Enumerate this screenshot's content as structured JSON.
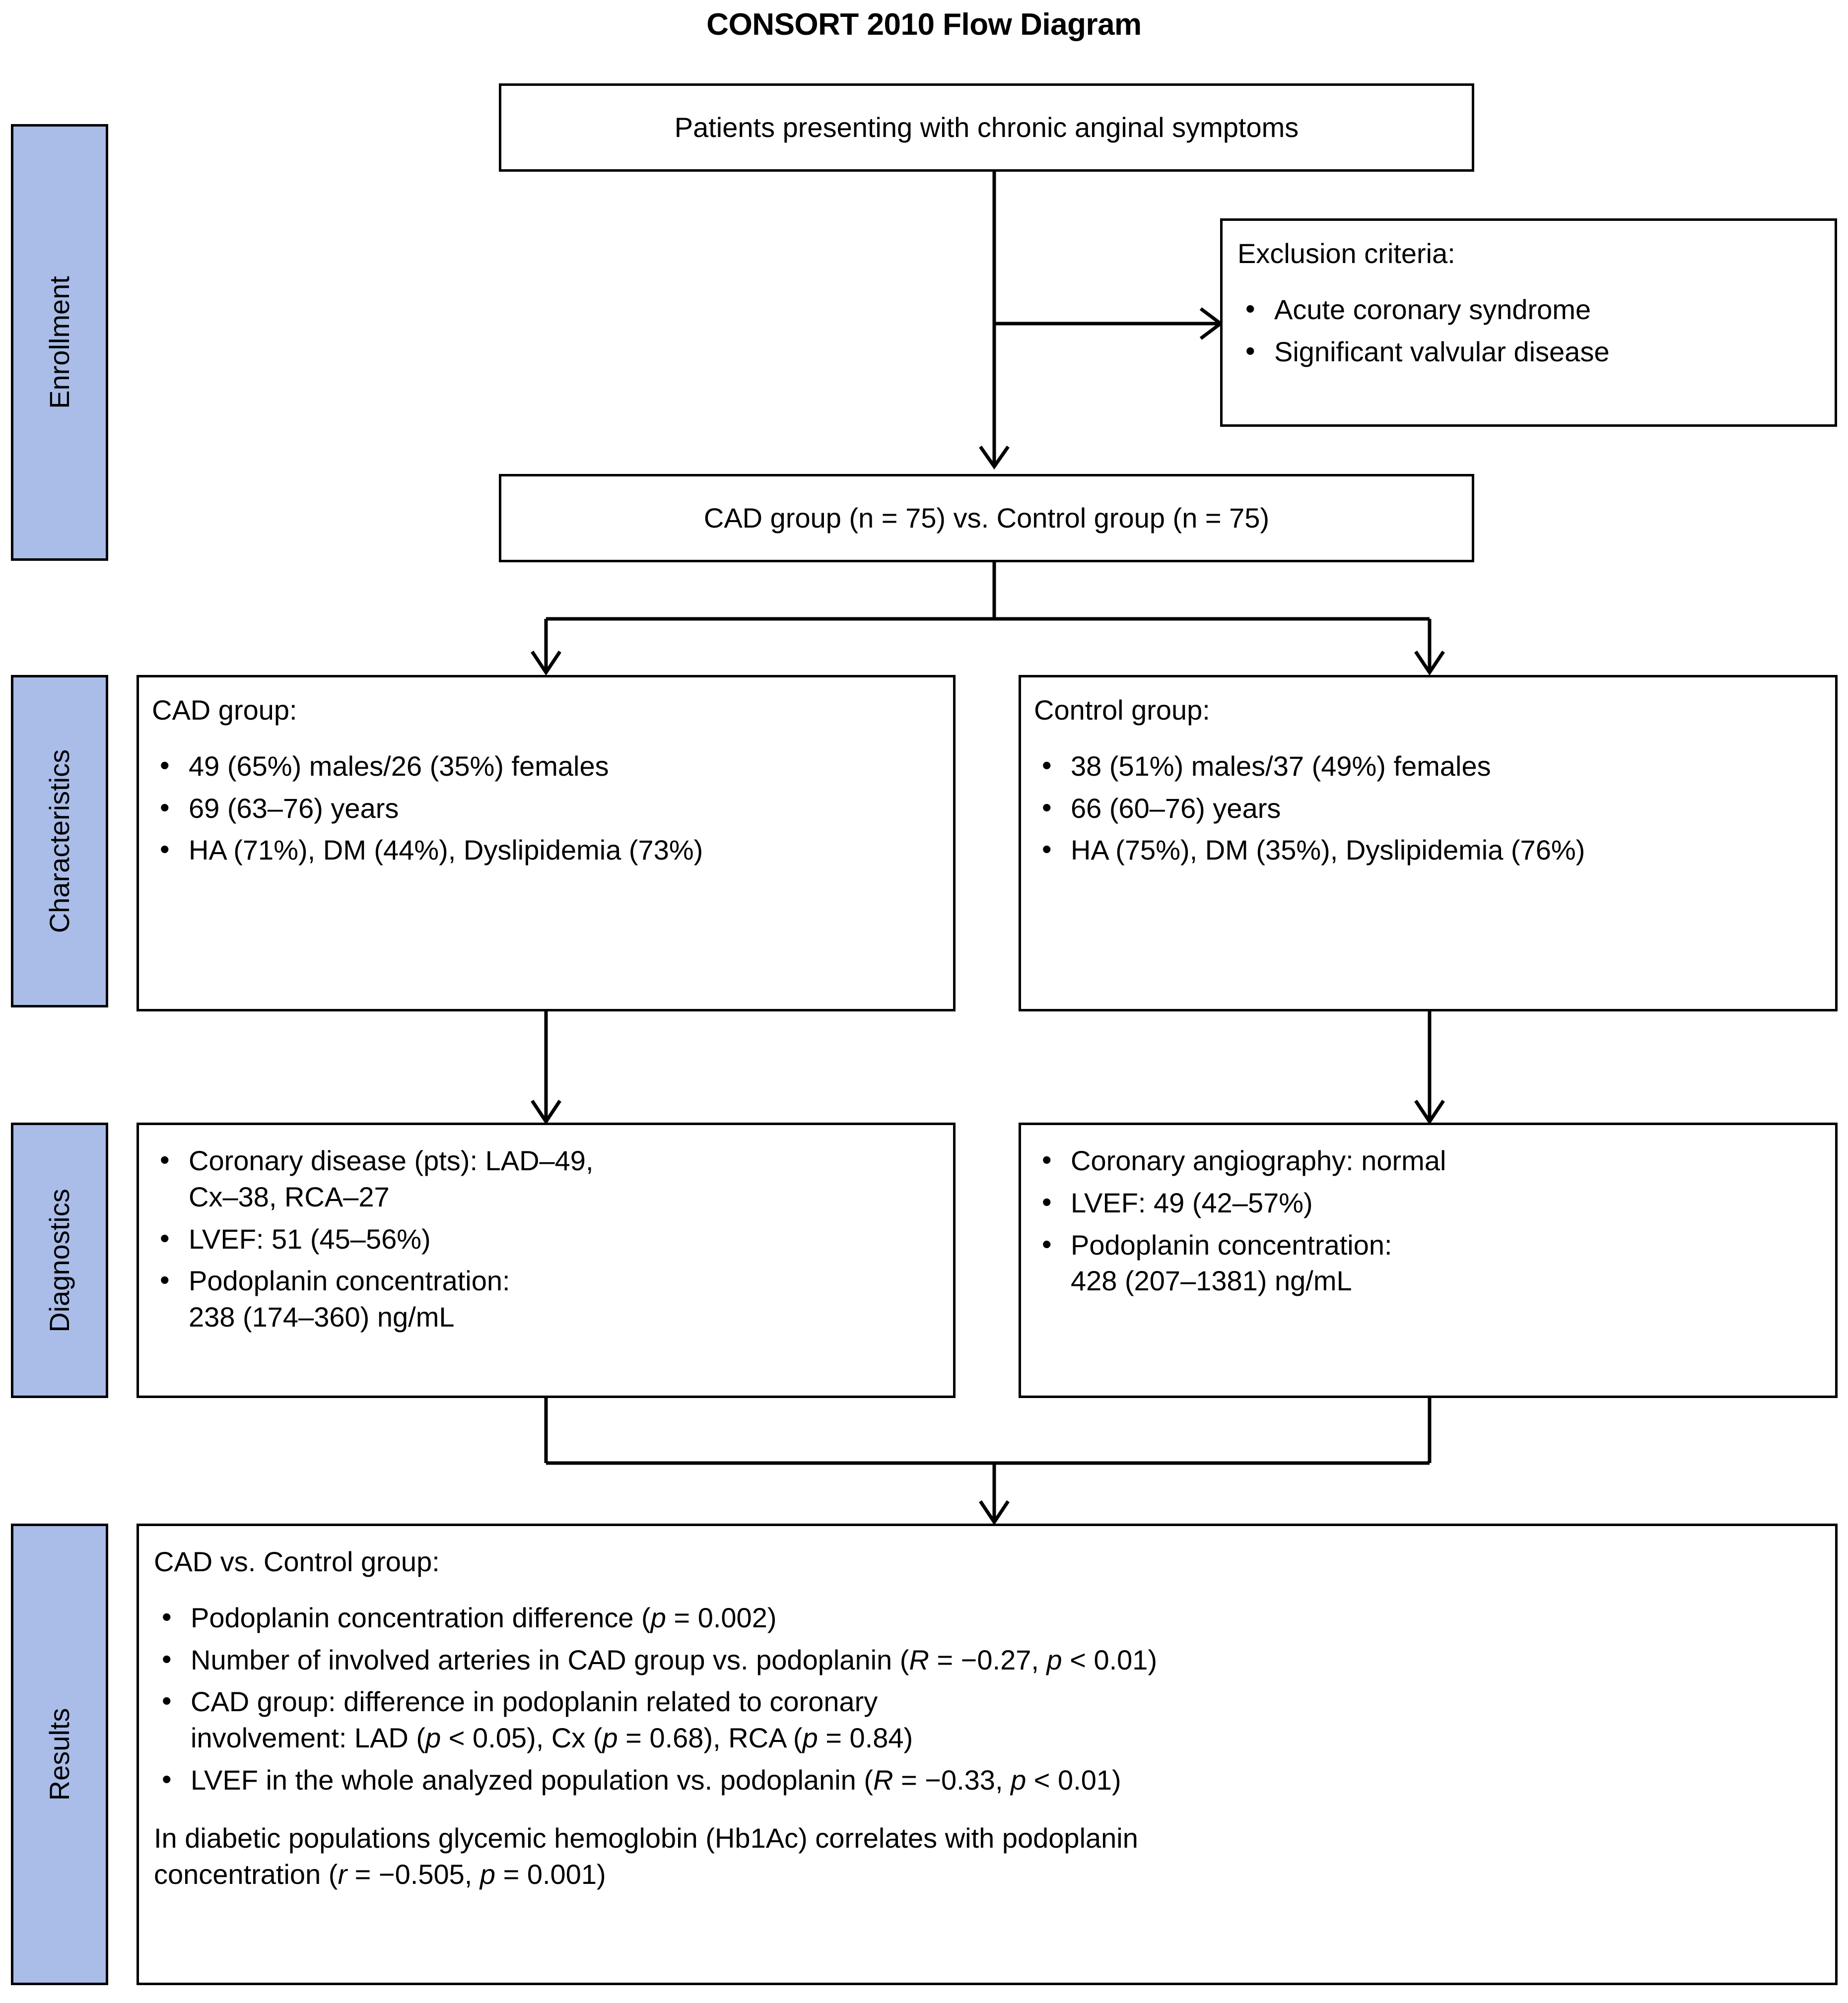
{
  "title": "CONSORT 2010 Flow Diagram",
  "stages": [
    {
      "id": "enrollment",
      "label": "Enrollment"
    },
    {
      "id": "characteristics",
      "label": "Characteristics"
    },
    {
      "id": "diagnostics",
      "label": "Diagnostics"
    },
    {
      "id": "results",
      "label": "Results"
    }
  ],
  "colors": {
    "stage_fill": "#aabde9",
    "stroke": "#000000",
    "box_fill": "#ffffff"
  },
  "boxes": {
    "presenting": {
      "text": "Patients presenting with chronic anginal symptoms"
    },
    "exclusion": {
      "heading": "Exclusion criteria:",
      "items": [
        "Acute coronary syndrome",
        "Significant valvular disease"
      ]
    },
    "allocation": {
      "text": "CAD group (n = 75) vs. Control group (n = 75)"
    },
    "cad_characteristics": {
      "heading": "CAD group:",
      "items": [
        "49 (65%) males/26 (35%) females",
        "69 (63–76) years",
        "HA (71%), DM (44%), Dyslipidemia (73%)"
      ]
    },
    "control_characteristics": {
      "heading": "Control group:",
      "items": [
        "38 (51%) males/37 (49%) females",
        "66 (60–76) years",
        "HA (75%), DM (35%), Dyslipidemia (76%)"
      ]
    },
    "cad_diagnostics": {
      "items": [
        "Coronary disease (pts): LAD–49,\nCx–38, RCA–27",
        "LVEF: 51 (45–56%)",
        "Podoplanin concentration:\n238 (174–360) ng/mL"
      ]
    },
    "control_diagnostics": {
      "items": [
        "Coronary angiography: normal",
        "LVEF: 49 (42–57%)",
        "Podoplanin concentration:\n428 (207–1381) ng/mL"
      ]
    },
    "results": {
      "heading": "CAD vs. Control group:",
      "items": [
        {
          "parts": [
            {
              "t": "Podoplanin concentration difference ("
            },
            {
              "t": "p",
              "i": true
            },
            {
              "t": " = 0.002)"
            }
          ]
        },
        {
          "parts": [
            {
              "t": "Number of involved arteries in CAD group vs. podoplanin ("
            },
            {
              "t": "R",
              "i": true
            },
            {
              "t": " = −0.27, "
            },
            {
              "t": "p",
              "i": true
            },
            {
              "t": " < 0.01)"
            }
          ]
        },
        {
          "parts": [
            {
              "t": "CAD group: difference in podoplanin related to coronary\ninvolvement: LAD ("
            },
            {
              "t": "p",
              "i": true
            },
            {
              "t": " < 0.05), Cx ("
            },
            {
              "t": "p",
              "i": true
            },
            {
              "t": " = 0.68), RCA ("
            },
            {
              "t": "p",
              "i": true
            },
            {
              "t": " = 0.84)"
            }
          ]
        },
        {
          "parts": [
            {
              "t": "LVEF in the whole analyzed population vs. podoplanin ("
            },
            {
              "t": "R",
              "i": true
            },
            {
              "t": " = −0.33, "
            },
            {
              "t": "p",
              "i": true
            },
            {
              "t": " < 0.01)"
            }
          ]
        }
      ],
      "footer": {
        "parts": [
          {
            "t": "In diabetic populations glycemic hemoglobin (Hb1Ac) correlates with podoplanin\nconcentration ("
          },
          {
            "t": "r",
            "i": true
          },
          {
            "t": " = −0.505, "
          },
          {
            "t": "p",
            "i": true
          },
          {
            "t": " = 0.001)"
          }
        ]
      }
    }
  }
}
